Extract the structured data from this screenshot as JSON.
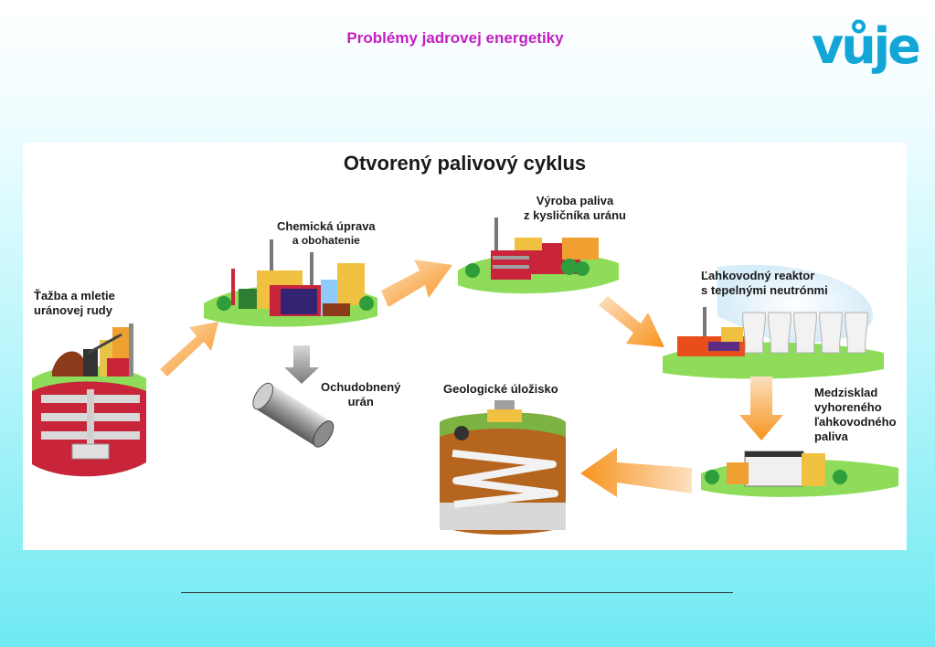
{
  "header": {
    "title": "Problémy jadrovej energetiky",
    "logo_text": "vůje"
  },
  "diagram": {
    "title": "Otvorený palivový cyklus",
    "stages": {
      "mining": [
        "Ťažba a mletie",
        "uránovej rudy"
      ],
      "chemical": [
        "Chemická úprava",
        "a obohatenie"
      ],
      "fuel_production": [
        "Výroba paliva",
        "z kysličníka uránu"
      ],
      "reactor": [
        "Ľahkovodný reaktor",
        "s tepelnými neutrónmi"
      ],
      "interim_storage": [
        "Medzisklad",
        "vyhoreného",
        "ľahkovodného",
        "paliva"
      ],
      "geological": [
        "Geologické úložisko"
      ],
      "depleted": [
        "Ochudobnený",
        "urán"
      ]
    },
    "colors": {
      "arrow": "#f7931e",
      "grass": "#8edc5a",
      "earth": "#c8253a"
    }
  }
}
